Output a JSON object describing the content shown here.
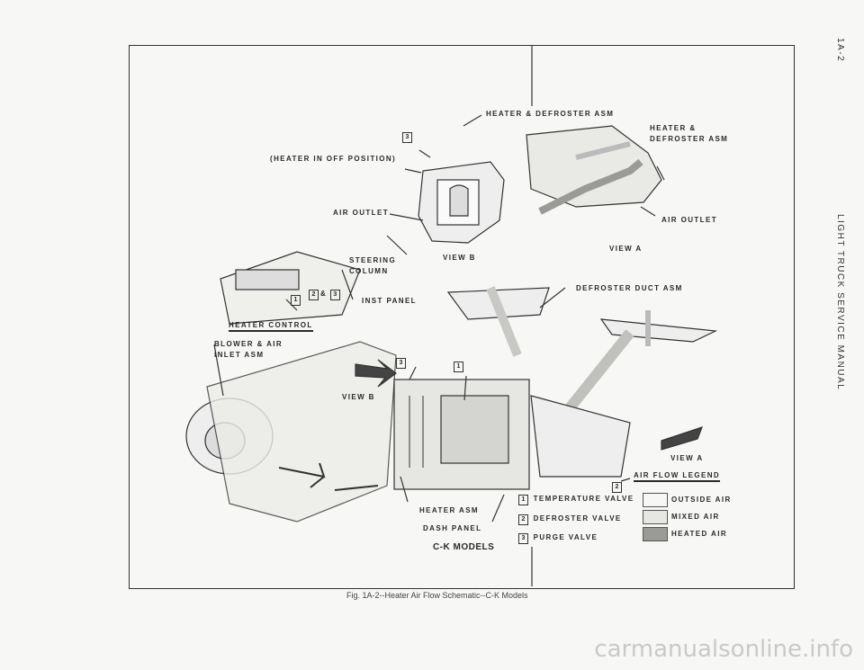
{
  "page": {
    "side_page_number": "1A-2",
    "side_title": "LIGHT TRUCK SERVICE MANUAL",
    "caption": "Fig. 1A-2--Heater Air Flow Schematic--C-K Models",
    "watermark": "carmanualsonline.info"
  },
  "labels": {
    "heater_defroster_asm_top": "HEATER & DEFROSTER ASM",
    "heater_defroster_asm_right_1": "HEATER &",
    "heater_defroster_asm_right_2": "DEFROSTER ASM",
    "heater_off_position": "(HEATER IN OFF POSITION)",
    "air_outlet_left": "AIR OUTLET",
    "air_outlet_right": "AIR OUTLET",
    "steering_column_1": "STEERING",
    "steering_column_2": "COLUMN",
    "view_b_top": "VIEW B",
    "view_a_top": "VIEW A",
    "inst_panel": "INST PANEL",
    "defroster_duct_asm": "DEFROSTER DUCT ASM",
    "heater_control": "HEATER CONTROL",
    "blower_air_inlet_1": "BLOWER & AIR",
    "blower_air_inlet_2": "INLET ASM",
    "view_b_mid": "VIEW B",
    "view_a_mid": "VIEW A",
    "heater_asm": "HEATER ASM",
    "dash_panel": "DASH PANEL",
    "models": "C-K MODELS",
    "amp": "&"
  },
  "callouts": {
    "one": "1",
    "two": "2",
    "three": "3"
  },
  "valves": [
    {
      "num": "1",
      "name": "TEMPERATURE VALVE"
    },
    {
      "num": "2",
      "name": "DEFROSTER VALVE"
    },
    {
      "num": "3",
      "name": "PURGE VALVE"
    }
  ],
  "air_flow_legend": {
    "title": "AIR FLOW LEGEND",
    "items": [
      {
        "name": "OUTSIDE AIR",
        "fill": "#f7f7f5"
      },
      {
        "name": "MIXED AIR",
        "fill": "#e6e6e2"
      },
      {
        "name": "HEATED AIR",
        "fill": "#9a9a96"
      }
    ]
  }
}
